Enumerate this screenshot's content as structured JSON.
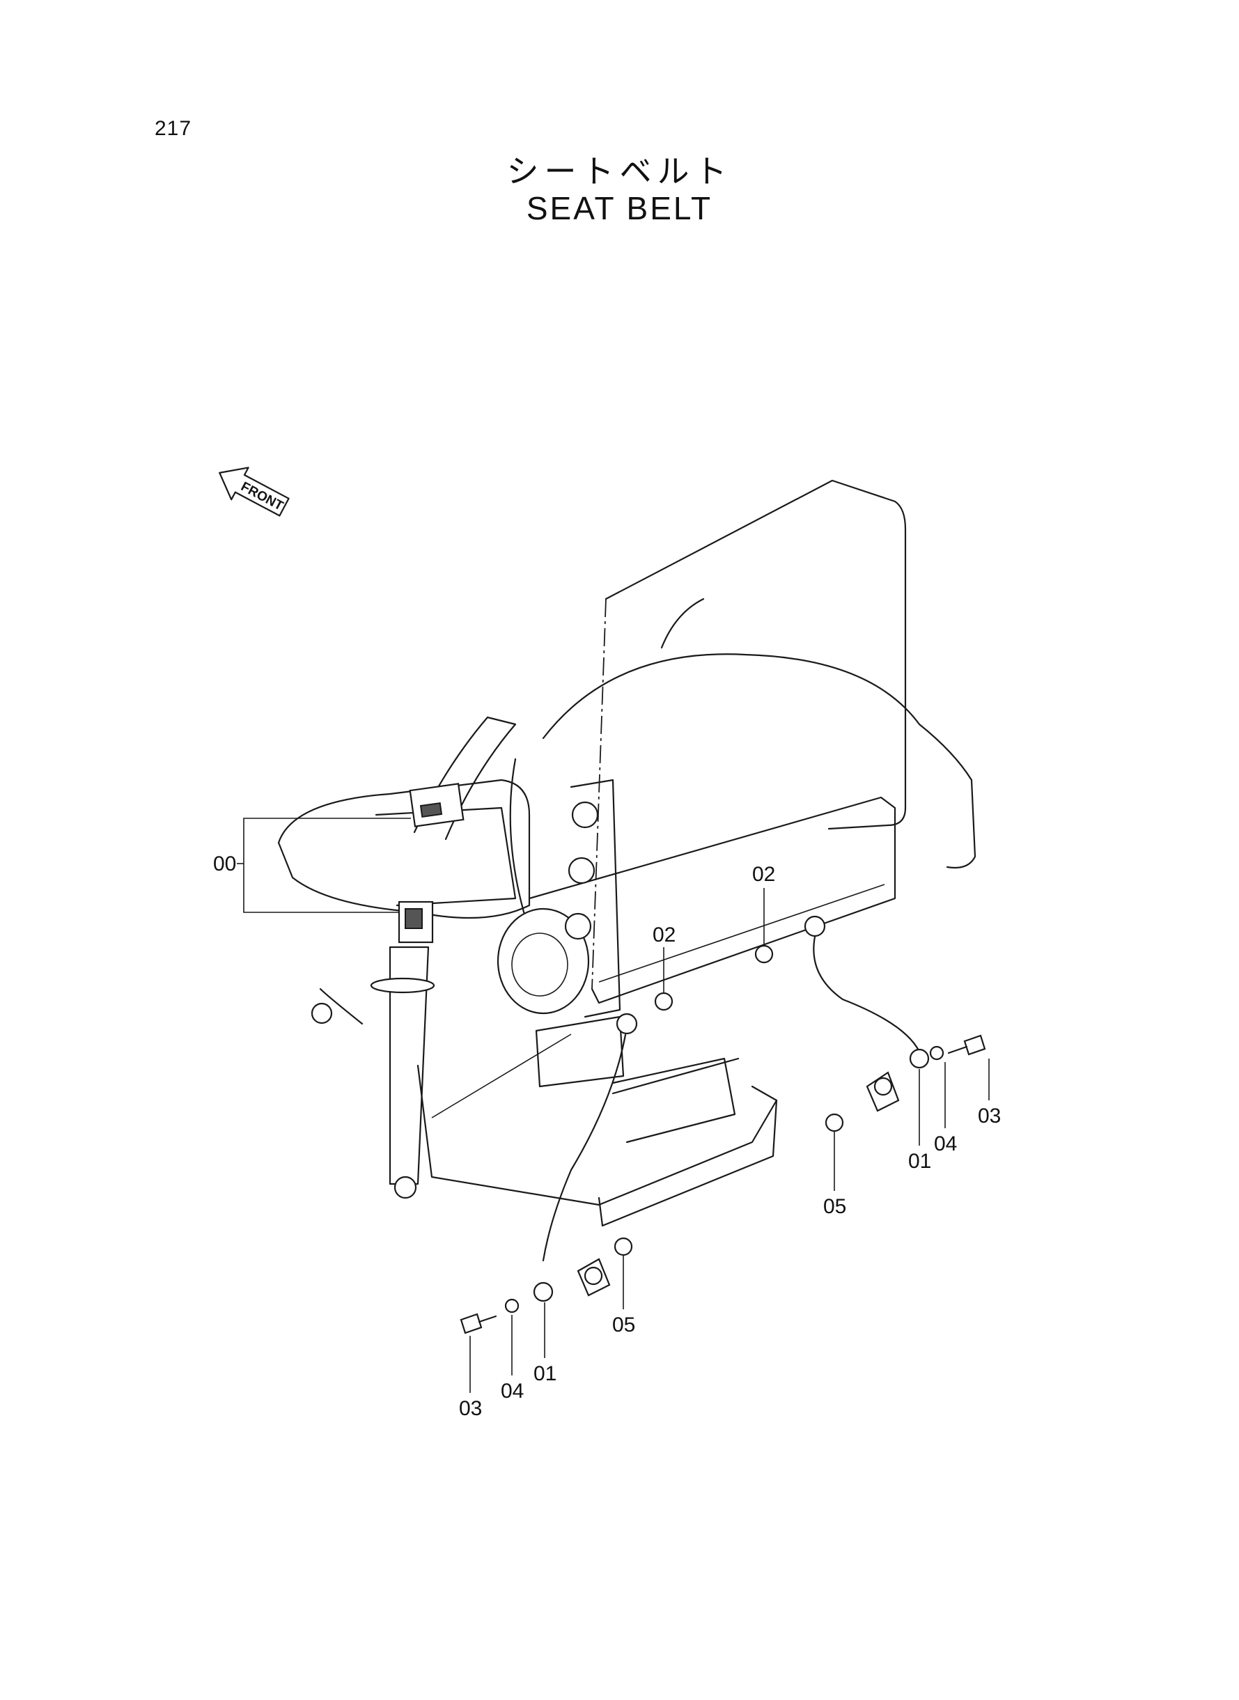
{
  "page": {
    "number": "217"
  },
  "title": {
    "japanese": "シートベルト",
    "english": "SEAT BELT"
  },
  "front_indicator": {
    "label": "FRONT",
    "icon": "front-arrow-icon"
  },
  "callouts": [
    {
      "id": "c00",
      "label": "00"
    },
    {
      "id": "c02a",
      "label": "02"
    },
    {
      "id": "c02b",
      "label": "02"
    },
    {
      "id": "c03r",
      "label": "03"
    },
    {
      "id": "c04r",
      "label": "04"
    },
    {
      "id": "c01r",
      "label": "01"
    },
    {
      "id": "c05r",
      "label": "05"
    },
    {
      "id": "c05l",
      "label": "05"
    },
    {
      "id": "c01l",
      "label": "01"
    },
    {
      "id": "c04l",
      "label": "04"
    },
    {
      "id": "c03l",
      "label": "03"
    }
  ]
}
